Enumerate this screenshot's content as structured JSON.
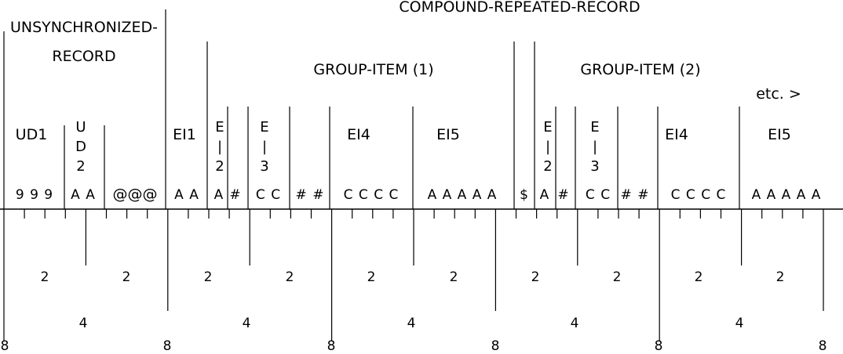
{
  "headers": {
    "compound": "COMPOUND-REPEATED-RECORD",
    "unsync_line1": "UNSYNCHRONIZED-",
    "unsync_line2": "RECORD",
    "group1": "GROUP-ITEM (1)",
    "group2": "GROUP-ITEM (2)",
    "etc": "etc.  >"
  },
  "fields": {
    "ud1": "UD1",
    "ud2": [
      "U",
      "D",
      "2"
    ],
    "ei1": "EI1",
    "g1_e2": [
      "E",
      "|",
      "2"
    ],
    "g1_e3": [
      "E",
      "|",
      "3"
    ],
    "g1_ei4": "EI4",
    "g1_ei5": "EI5",
    "g2_e2": [
      "E",
      "|",
      "2"
    ],
    "g2_e3": [
      "E",
      "|",
      "3"
    ],
    "g2_ei4": "EI4",
    "g2_ei5": "EI5"
  },
  "codes": {
    "ud1": "9 9 9",
    "ud2": "A A",
    "pad": "@@@",
    "ei1": "A A",
    "g1_e2": "A",
    "g1_mark1": "#",
    "g1_e3": "C C",
    "g1_mark2": "# #",
    "g1_ei4": "C C C C",
    "g1_ei5": "A A A A A",
    "dollar": "$",
    "g2_e2": "A",
    "g2_mark1": "#",
    "g2_e3": "C C",
    "g2_mark2": "# #",
    "g2_ei4": "C C C C",
    "g2_ei5": "A A A A A"
  },
  "scale": {
    "two": "2",
    "four": "4",
    "eight": "8"
  }
}
